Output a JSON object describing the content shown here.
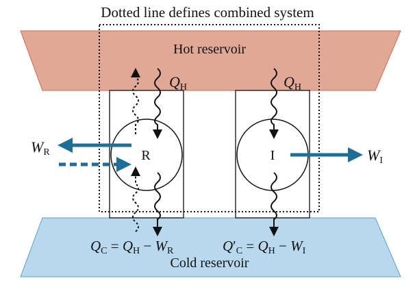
{
  "caption": "Dotted line defines combined system",
  "hot_reservoir": {
    "label": "Hot reservoir",
    "color": "#e2a896"
  },
  "cold_reservoir": {
    "label": "Cold reservoir",
    "color": "#b8d8ee"
  },
  "engine_r": {
    "label": "R"
  },
  "engine_i": {
    "label": "I"
  },
  "labels": {
    "q": "Q",
    "h": "H",
    "c": "C",
    "w": "W",
    "r": "R",
    "i": "I",
    "prime": "′",
    "eq": " = ",
    "minus": " − "
  },
  "arrow_color": "#1f6e96"
}
